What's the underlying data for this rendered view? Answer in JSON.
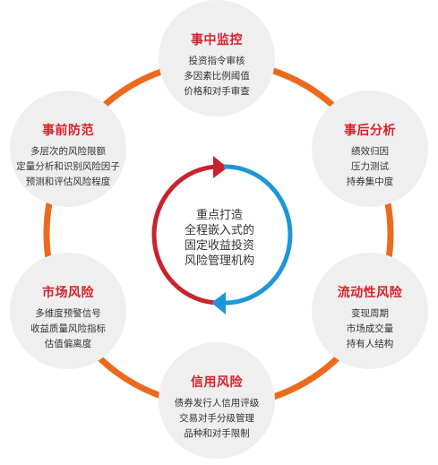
{
  "colors": {
    "node_fill": "#efefef",
    "title_red": "#d8202a",
    "ring_orange": "#ec6a1e",
    "arrow_red": "#c8232c",
    "arrow_blue": "#1e96d8",
    "text": "#333333"
  },
  "center": {
    "lines": [
      "重点打造",
      "全程嵌入式的",
      "固定收益投资",
      "风险管理机构"
    ]
  },
  "nodes": [
    {
      "title": "事中监控",
      "lines": [
        "投资指令审核",
        "多因素比例阈值",
        "价格和对手审查"
      ]
    },
    {
      "title": "事后分析",
      "lines": [
        "绩效归因",
        "压力测试",
        "持券集中度"
      ]
    },
    {
      "title": "流动性风险",
      "lines": [
        "变现周期",
        "市场成交量",
        "持有人结构"
      ]
    },
    {
      "title": "信用风险",
      "lines": [
        "债券发行人信用评级",
        "交易对手分级管理",
        "品种和对手限制"
      ]
    },
    {
      "title": "市场风险",
      "lines": [
        "多维度预警信号",
        "收益质量风险指标",
        "估值偏离度"
      ]
    },
    {
      "title": "事前防范",
      "lines": [
        "多层次的风险限额",
        "定量分析和识别风险因子",
        "预测和评估风险程度"
      ]
    }
  ]
}
